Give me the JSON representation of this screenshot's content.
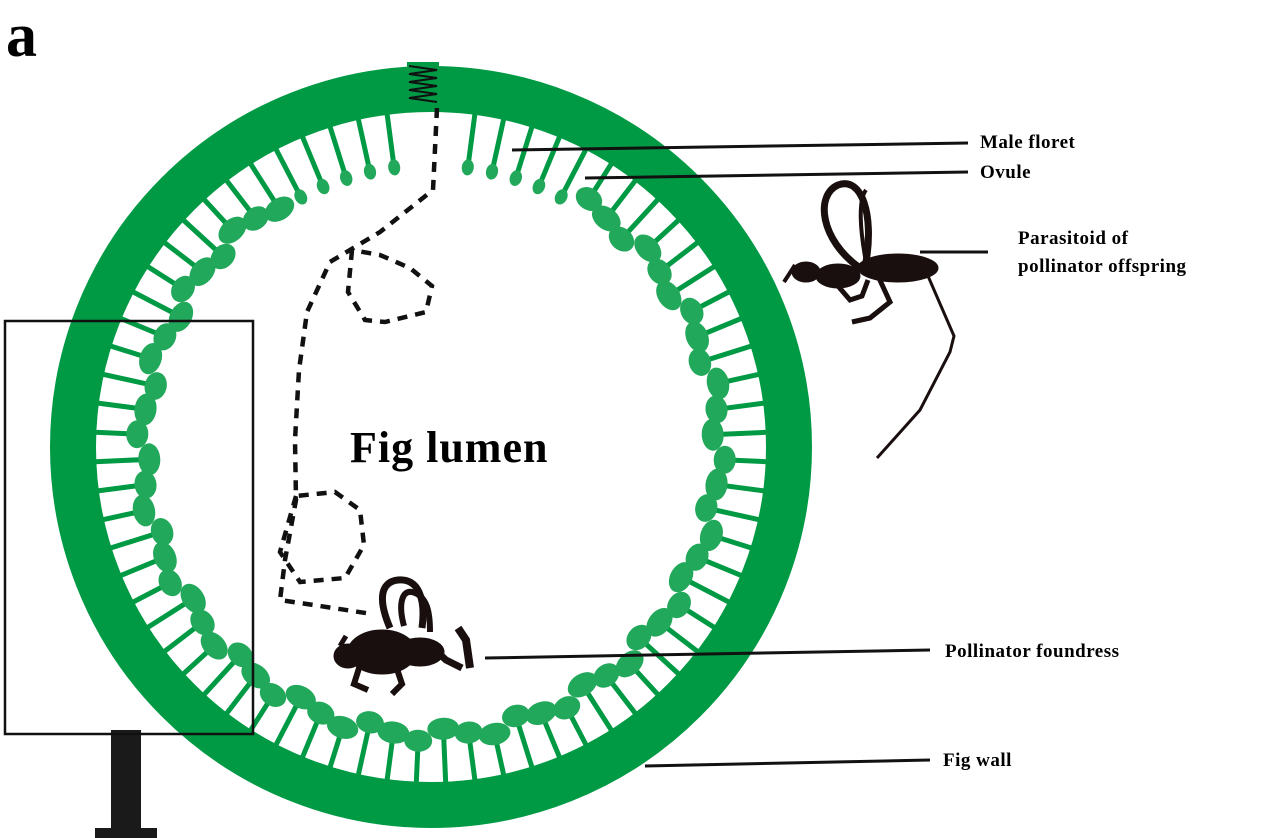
{
  "panel_letter": "a",
  "center_label": "Fig lumen",
  "labels": {
    "male_floret": "Male floret",
    "ovule": "Ovule",
    "parasitoid_line1": "Parasitoid of",
    "parasitoid_line2": "pollinator offspring",
    "pollinator_foundress": "Pollinator foundress",
    "fig_wall": "Fig wall"
  },
  "colors": {
    "fig_green": "#009a44",
    "floret_green": "#22a85a",
    "ink": "#000000",
    "wasp": "#1a0f0f"
  }
}
